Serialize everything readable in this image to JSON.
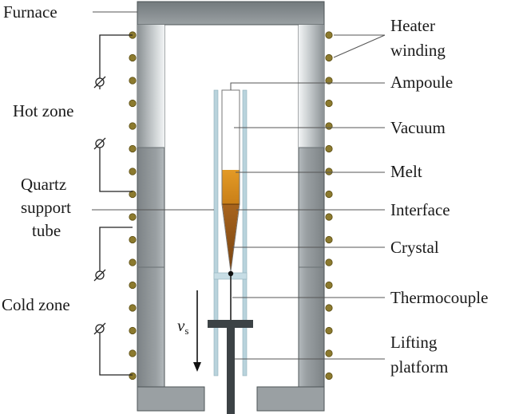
{
  "labels": {
    "furnace": "Furnace",
    "hot_zone": "Hot zone",
    "quartz_line1": "Quartz",
    "quartz_line2": "support",
    "quartz_line3": "tube",
    "cold_zone": "Cold zone",
    "heater_line1": "Heater",
    "heater_line2": "winding",
    "ampoule": "Ampoule",
    "vacuum": "Vacuum",
    "melt": "Melt",
    "interface": "Interface",
    "crystal": "Crystal",
    "thermocouple": "Thermocouple",
    "lifting_line1": "Lifting",
    "lifting_line2": "platform",
    "velocity_main": "v",
    "velocity_sub": "s"
  },
  "colors": {
    "furnace_wall": "#8e9497",
    "furnace_dark": "#5f6669",
    "quartz": "#b9d3dc",
    "melt": "#d68f1e",
    "crystal": "#9a5a1a",
    "heater_coil": "#8c7a2e"
  }
}
